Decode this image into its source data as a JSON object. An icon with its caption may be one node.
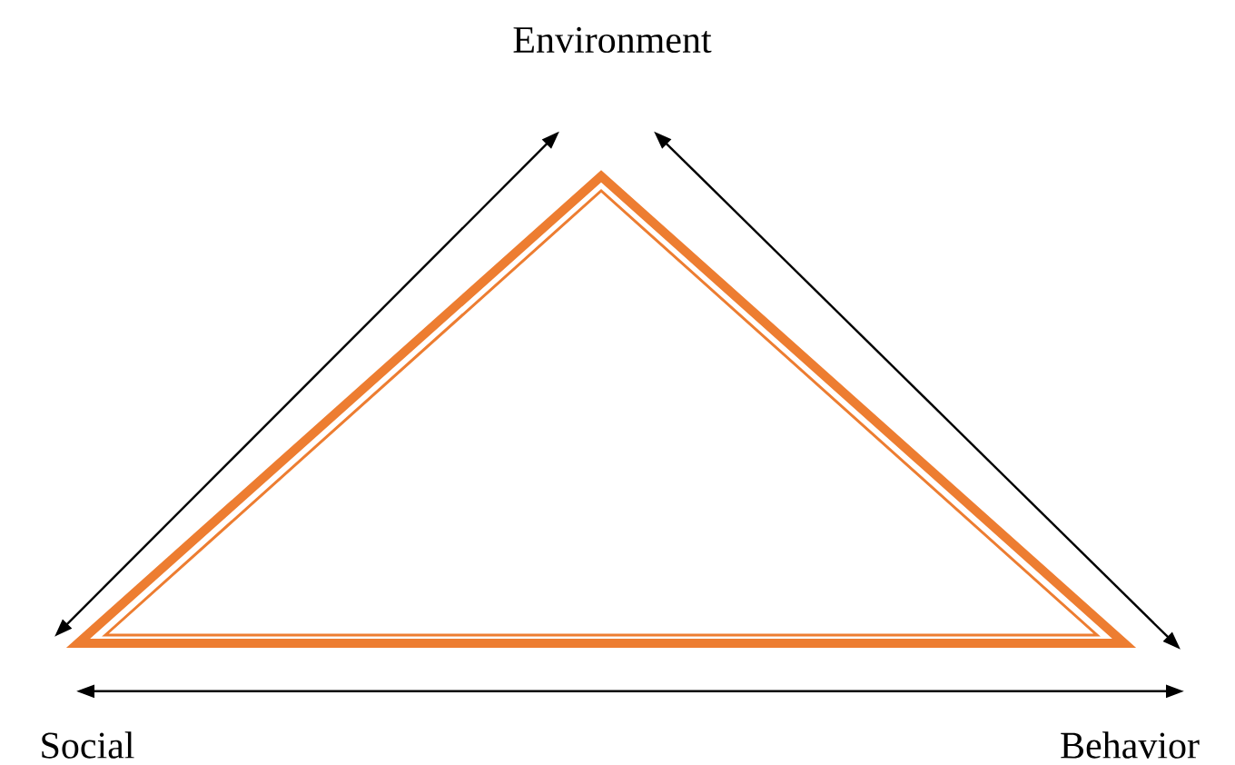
{
  "diagram": {
    "nodes": [
      {
        "text": [
          "Environment"
        ]
      },
      {
        "text": [
          "Social"
        ]
      },
      {
        "text": [
          "Behavior"
        ]
      }
    ],
    "edges": [
      {
        "from": 1,
        "to": 0,
        "arrow": "both"
      },
      {
        "from": 0,
        "to": 2,
        "arrow": "both"
      },
      {
        "from": 1,
        "to": 2,
        "arrow": "both"
      }
    ]
  }
}
